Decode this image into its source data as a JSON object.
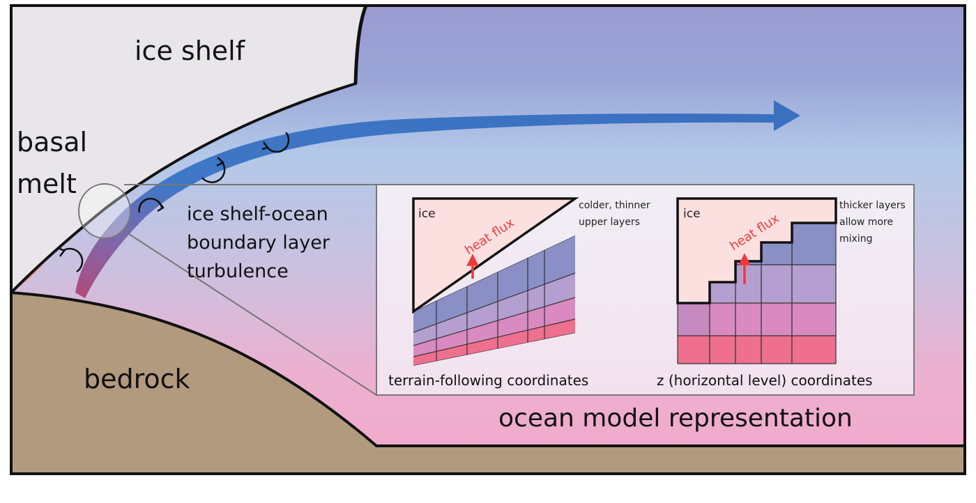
{
  "labels": {
    "ice_shelf": "ice shelf",
    "basal_line1": "basal",
    "basal_line2": "melt",
    "boundary_line1": "ice shelf-ocean",
    "boundary_line2": "boundary layer",
    "boundary_line3": "turbulence",
    "bedrock": "bedrock",
    "ocean_model": "ocean model representation"
  },
  "panel_left": {
    "ice": "ice",
    "heat_flux": "heat flux",
    "note_line1": "colder, thinner",
    "note_line2": "upper layers",
    "caption": "terrain-following coordinates"
  },
  "panel_right": {
    "ice": "ice",
    "heat_flux": "heat flux",
    "note_line1": "thicker layers",
    "note_line2": "allow more",
    "note_line3": "mixing",
    "caption": "z (horizontal level) coordinates"
  },
  "colors": {
    "ice": "#e6e6e8",
    "ocean_top": "#9a9bd0",
    "ocean_mid": "#b8c9e6",
    "ocean_bottom": "#f2a9cc",
    "bedrock": "#b19a7e",
    "melt": "#f08a6e",
    "arrow_blue": "#3d72c0",
    "heat_red": "#ee3a3a",
    "layer1": "#8a8fc6",
    "layer2": "#b79fcf",
    "layer3": "#d98ac0",
    "layer4": "#ee6f8e"
  }
}
